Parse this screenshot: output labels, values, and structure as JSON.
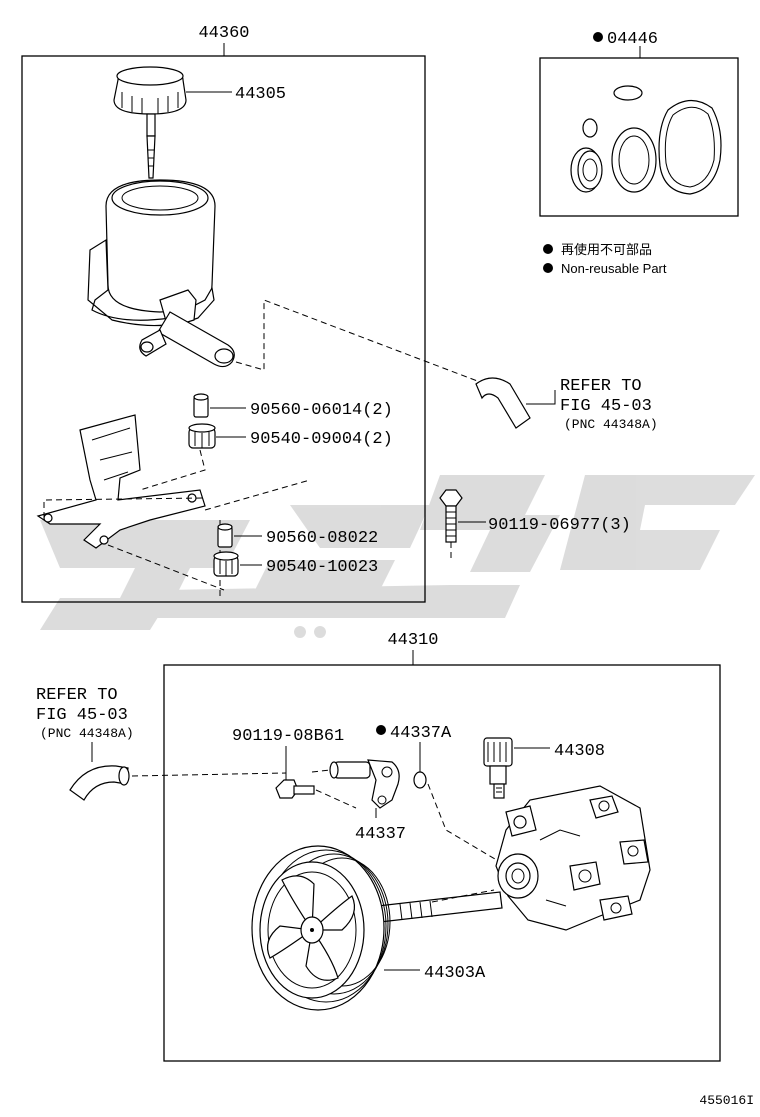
{
  "watermark": {
    "color": "#d9d9d9"
  },
  "colors": {
    "line": "#000000",
    "bullet": "#000000"
  },
  "callouts": {
    "reservoir_assy": "44360",
    "cap": "44305",
    "gasket_kit": "04446",
    "legend_jp": "再使用不可部品",
    "legend_en": "Non-reusable Part",
    "collar_1": "90560-06014(2)",
    "cushion_1": "90540-09004(2)",
    "collar_2": "90560-08022",
    "cushion_2": "90540-10023",
    "bolt_1": "90119-06977(3)",
    "refer_top_1": "REFER TO",
    "refer_top_2": "FIG 45-03",
    "refer_top_3": "(PNC 44348A)",
    "pump_assy": "44310",
    "refer_left_1": "REFER TO",
    "refer_left_2": "FIG 45-03",
    "refer_left_3": "(PNC 44348A)",
    "bolt_2": "90119-08B61",
    "oring": "44337A",
    "union": "44337",
    "valve": "44308",
    "pulley": "44303A",
    "figure_id": "455016I"
  }
}
